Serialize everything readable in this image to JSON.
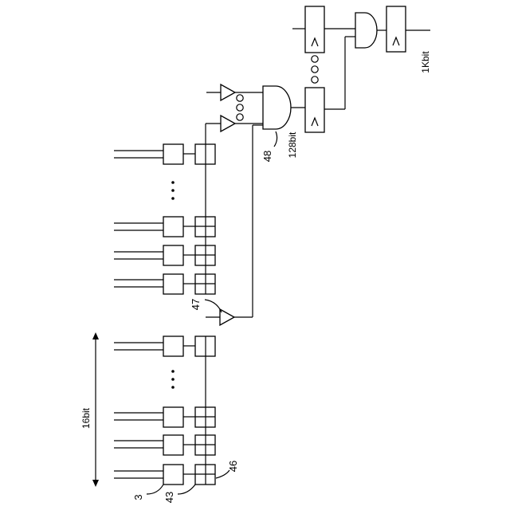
{
  "labels": {
    "ref_3": "3",
    "ref_43": "43",
    "ref_46": "46",
    "ref_47": "47",
    "ref_48": "48",
    "bits_16": "16bit",
    "bits_128": "128bit",
    "bits_1k": "1Kbit"
  },
  "counts": {
    "lower_group_rows": 4,
    "upper_group_rows": 4,
    "latches": 2
  }
}
